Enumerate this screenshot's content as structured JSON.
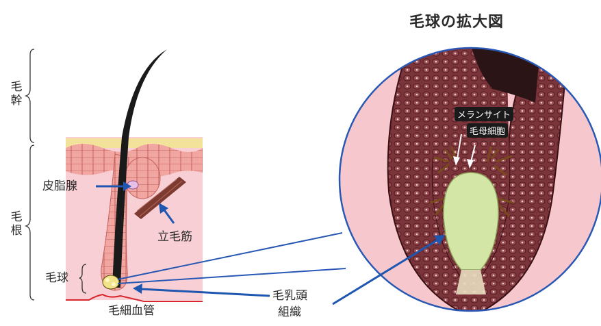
{
  "title": "毛球の拡大図",
  "labels": {
    "hair_shaft": "毛幹",
    "hair_root": "毛根",
    "hair_bulb": "毛球",
    "sebaceous_gland": "皮脂腺",
    "arrector_pili": "立毛筋",
    "capillary": "毛細血管",
    "dermal_papilla_line1": "毛乳頭",
    "dermal_papilla_line2": "組織",
    "melanocyte": "メランサイト",
    "matrix_cell": "毛母細胞"
  },
  "colors": {
    "skin_pink": "#f6c8ce",
    "epidermis": "#f1a6a1",
    "hair": "#1a1a1a",
    "papilla": "#d4e6a6",
    "follicle_wall": "#6b2b31",
    "pointer_blue": "#1f56b0",
    "capillary_red": "#d9262c",
    "melanocyte_brown": "#7a4a1e"
  }
}
